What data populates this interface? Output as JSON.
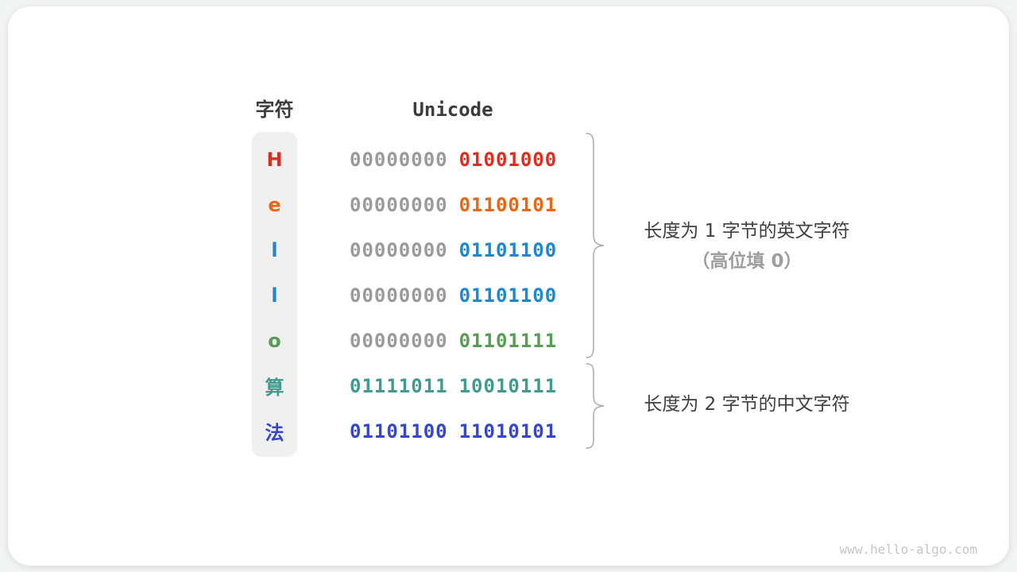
{
  "header": {
    "char_column_label": "字符",
    "unicode_column_label": "Unicode"
  },
  "rows": [
    {
      "char": "H",
      "char_color": "#e02c1e",
      "byte1": "00000000",
      "byte1_color": "#9a9a9a",
      "byte2": "01001000",
      "byte2_color": "#e02c1e"
    },
    {
      "char": "e",
      "char_color": "#ec6511",
      "byte1": "00000000",
      "byte1_color": "#9a9a9a",
      "byte2": "01100101",
      "byte2_color": "#ec6511"
    },
    {
      "char": "l",
      "char_color": "#1d87d1",
      "byte1": "00000000",
      "byte1_color": "#9a9a9a",
      "byte2": "01101100",
      "byte2_color": "#1d87d1"
    },
    {
      "char": "l",
      "char_color": "#1d87d1",
      "byte1": "00000000",
      "byte1_color": "#9a9a9a",
      "byte2": "01101100",
      "byte2_color": "#1d87d1"
    },
    {
      "char": "o",
      "char_color": "#579e54",
      "byte1": "00000000",
      "byte1_color": "#9a9a9a",
      "byte2": "01101111",
      "byte2_color": "#579e54"
    },
    {
      "char": "算",
      "char_color": "#3e9b8d",
      "byte1": "01111011",
      "byte1_color": "#3e9b8d",
      "byte2": "10010111",
      "byte2_color": "#3e9b8d"
    },
    {
      "char": "法",
      "char_color": "#3547c8",
      "byte1": "01101100",
      "byte1_color": "#3547c8",
      "byte2": "11010101",
      "byte2_color": "#3547c8"
    }
  ],
  "annotations": {
    "group1_line1": "长度为 1 字节的英文字符",
    "group1_line2": "（高位填 0）",
    "group2_line1": "长度为 2 字节的中文字符"
  },
  "watermark": "www.hello-algo.com",
  "colors": {
    "card_background": "#ffffff",
    "page_background": "#f3f4f4",
    "char_column_background": "#f0f0f0",
    "gray_byte": "#9a9a9a",
    "annotation_dark": "#3f3f3f",
    "annotation_gray": "#9e9e9e",
    "brace_stroke": "#ababab",
    "watermark_gray": "#c6c6c6"
  }
}
